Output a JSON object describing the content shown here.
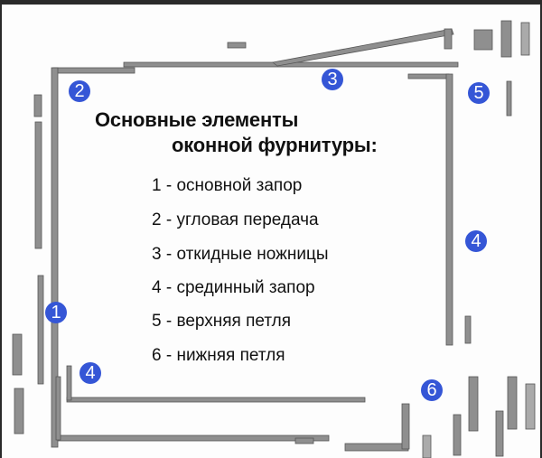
{
  "title": {
    "line1": "Основные элементы",
    "line2": "оконной фурнитуры:"
  },
  "items": [
    "1 - основной запор",
    "2 - угловая передача",
    "3 - откидные ножницы",
    "4 - срединный запор",
    "5 - верхняя петля",
    "6 - нижняя петля"
  ],
  "badges": [
    "1",
    "2",
    "3",
    "4",
    "4",
    "5",
    "6"
  ],
  "colors": {
    "badge": "#3556d6",
    "hardware": "#8a8a8a",
    "background": "#fdfdfd"
  }
}
